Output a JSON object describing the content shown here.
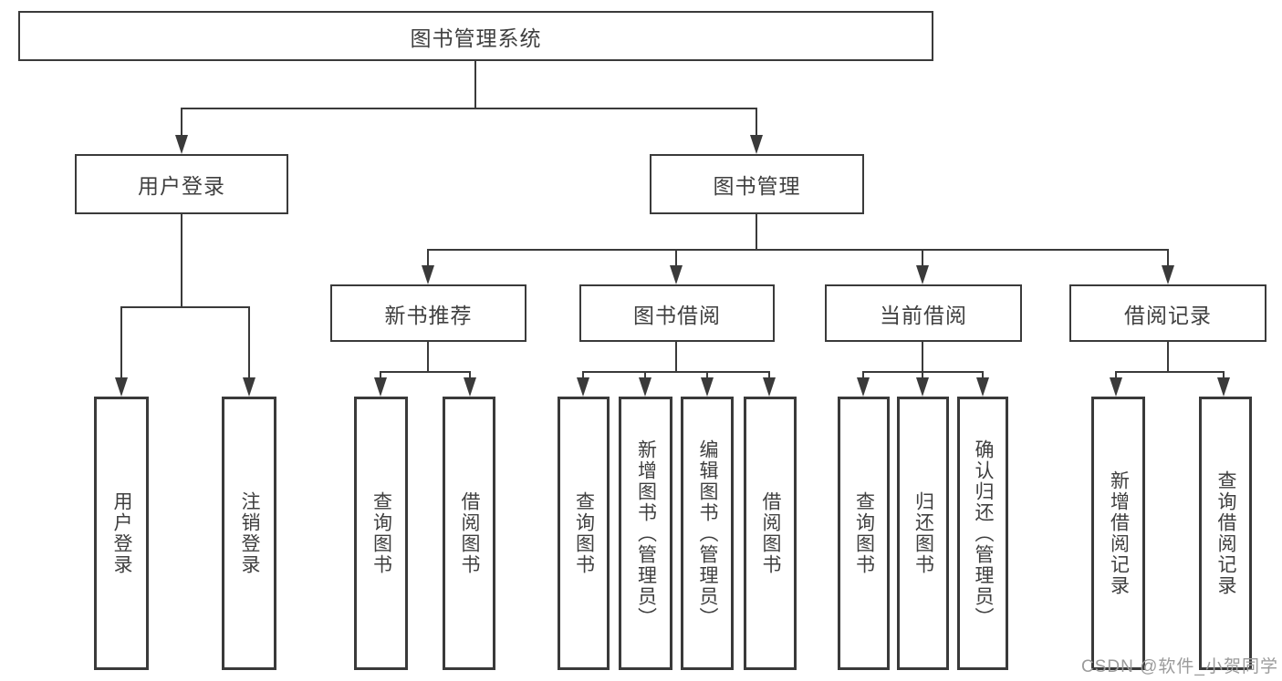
{
  "title": "图书管理系统",
  "level2": {
    "login": "用户登录",
    "manage": "图书管理"
  },
  "level3": [
    "新书推荐",
    "图书借阅",
    "当前借阅",
    "借阅记录"
  ],
  "leaves": {
    "login": [
      "用户登录",
      "注销登录"
    ],
    "recommend": [
      "查询图书",
      "借阅图书"
    ],
    "borrow": [
      "查询图书",
      "新增图书（管理员）",
      "编辑图书（管理员）",
      "借阅图书"
    ],
    "current": [
      "查询图书",
      "归还图书",
      "确认归还（管理员）"
    ],
    "records": [
      "新增借阅记录",
      "查询借阅记录"
    ]
  },
  "watermark": "CSDN @软件_小贺同学",
  "colors": {
    "line": "#3a3a3a",
    "text": "#3f3f3f",
    "watermark": "#9b9b9b",
    "background": "#ffffff"
  }
}
